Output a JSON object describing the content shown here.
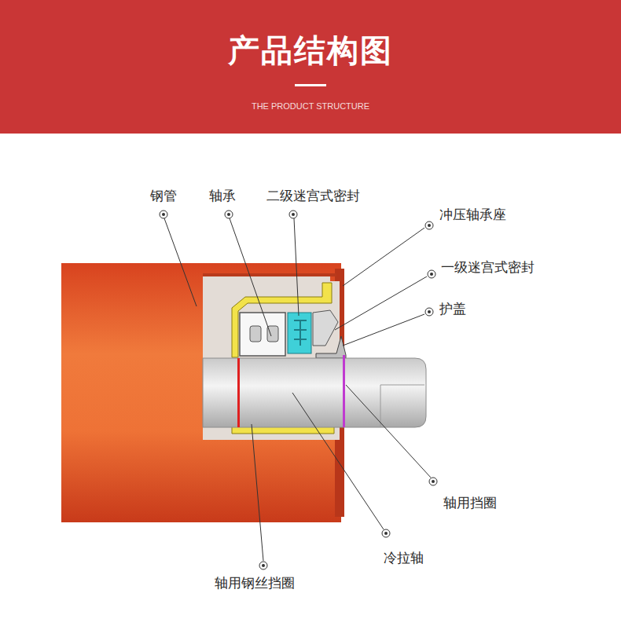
{
  "diagram": {
    "title": "产品结构图",
    "labels": [
      "THE PRODUCT STRUCTURE",
      "钢管",
      "轴承",
      "二级迷宫式密封",
      "冲压轴承座",
      "一级迷宫式密封",
      "护盖",
      "轴用挡圈",
      "冷拉轴",
      "轴用钢丝挡圈"
    ]
  }
}
